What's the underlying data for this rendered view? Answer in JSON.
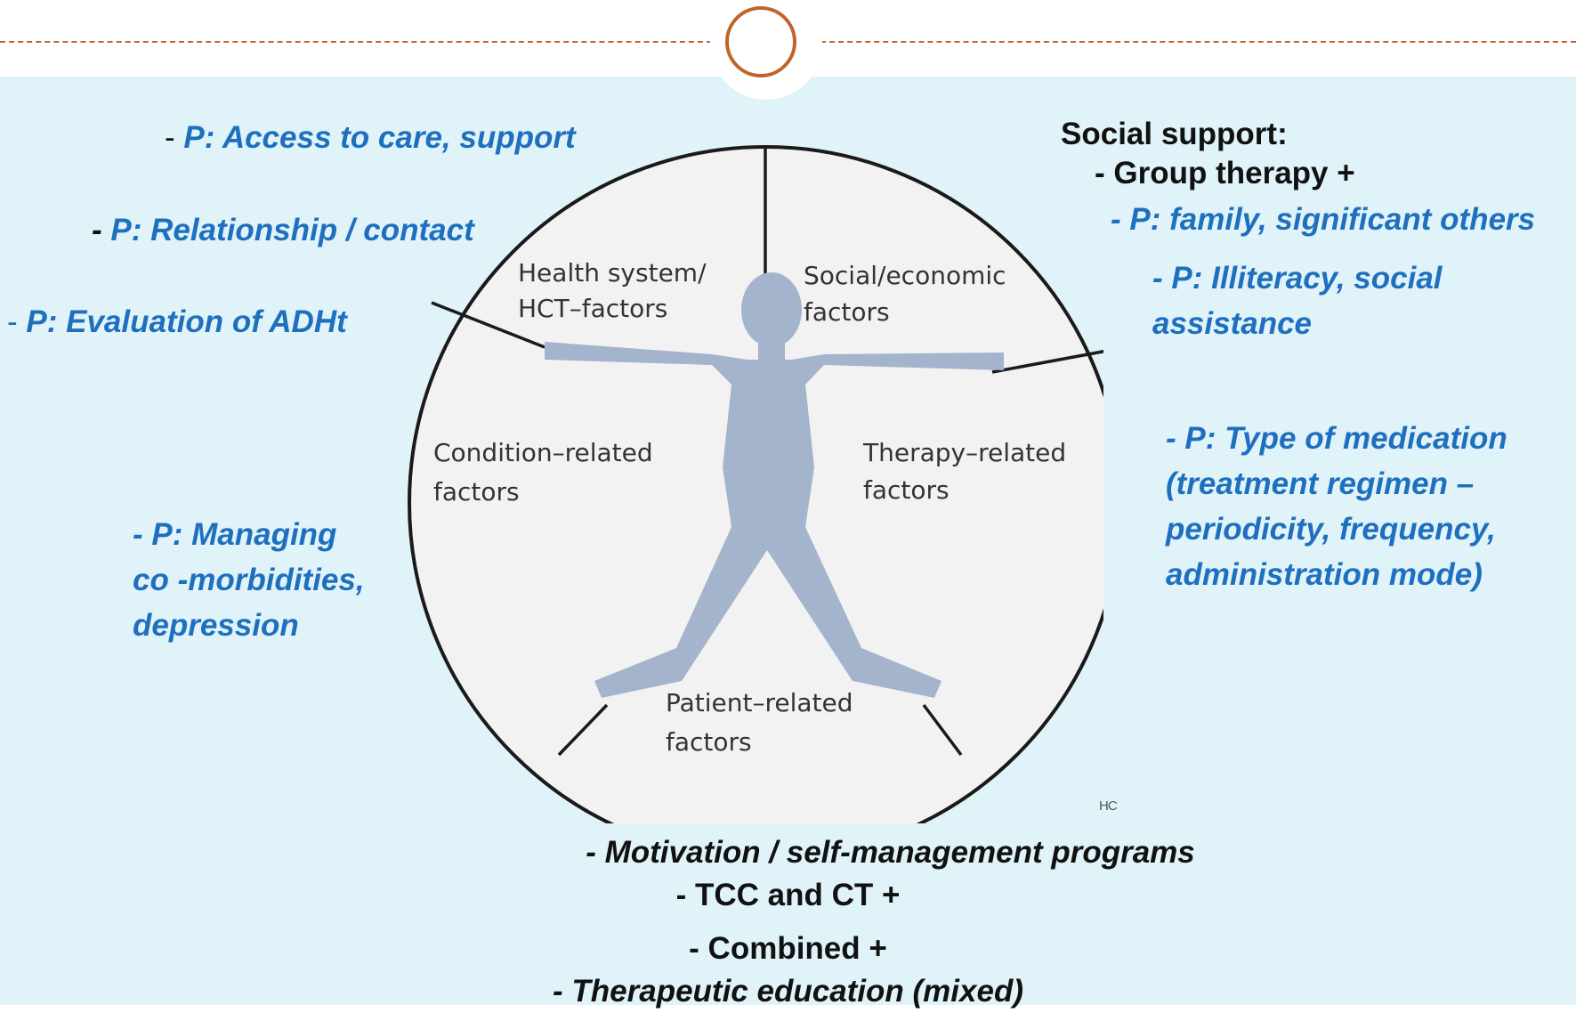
{
  "diagram": {
    "center_figure_icon": "human-figure-icon",
    "segments": [
      {
        "line1": "Health system/",
        "line2": "HCT–factors"
      },
      {
        "line1": "Social/economic",
        "line2": "factors"
      },
      {
        "line1": "Condition–related",
        "line2": "factors"
      },
      {
        "line1": "Therapy–related",
        "line2": "factors"
      },
      {
        "line1": "Patient–related",
        "line2": "factors"
      }
    ],
    "credit": "HC"
  },
  "left_notes": {
    "access": {
      "prefix": "- ",
      "text": "P: Access to care, support"
    },
    "relationship": {
      "prefix": "- ",
      "text": "P: Relationship / contact"
    },
    "evaluation": {
      "prefix": "- ",
      "text": "P: Evaluation of ADHt"
    },
    "comorbidities": [
      "- P: Managing",
      "co -morbidities,",
      "depression"
    ]
  },
  "right_notes": {
    "social_title": "Social support:",
    "group_therapy": "- Group therapy +",
    "family": "- P: family, significant others",
    "illiteracy": [
      "- P: Illiteracy, social",
      "assistance"
    ],
    "medication": [
      "- P: Type of medication",
      "(treatment regimen –",
      "periodicity, frequency,",
      "administration mode)"
    ]
  },
  "bottom_notes": {
    "motivation": "- Motivation / self-management programs",
    "tcc": "- TCC and CT +",
    "combined": "- Combined +",
    "education": "- Therapeutic education (mixed)"
  },
  "colors": {
    "background": "#dff3f9",
    "accent": "#c0642a",
    "note_blue": "#1f6fbf",
    "figure": "#a3b4cc",
    "circle_fill": "#f2f2f2"
  }
}
